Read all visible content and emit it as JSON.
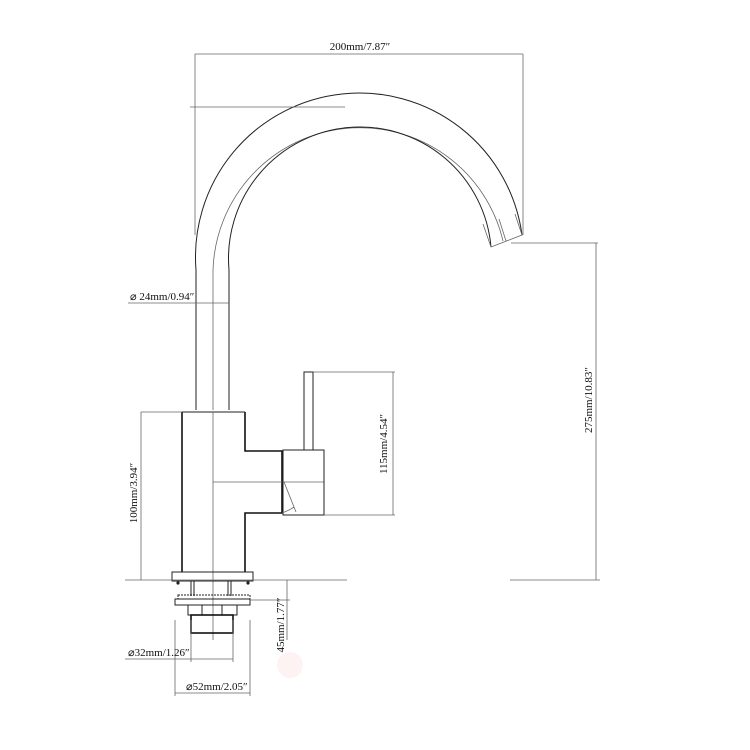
{
  "title": "Kitchen faucet dimension drawing",
  "dimensions": {
    "spout_reach": "200mm/7.87″",
    "pipe_diameter": "⌀ 24mm/0.94″",
    "handle_height": "115mm/4.54″",
    "spout_height": "275mm/10.83″",
    "body_height": "100mm/3.94″",
    "shank_length": "45mm/1.77″",
    "shank_diameter": "⌀32mm/1.26″",
    "base_diameter": "⌀52mm/2.05″"
  },
  "colors": {
    "line": "#222222",
    "background": "#ffffff"
  }
}
